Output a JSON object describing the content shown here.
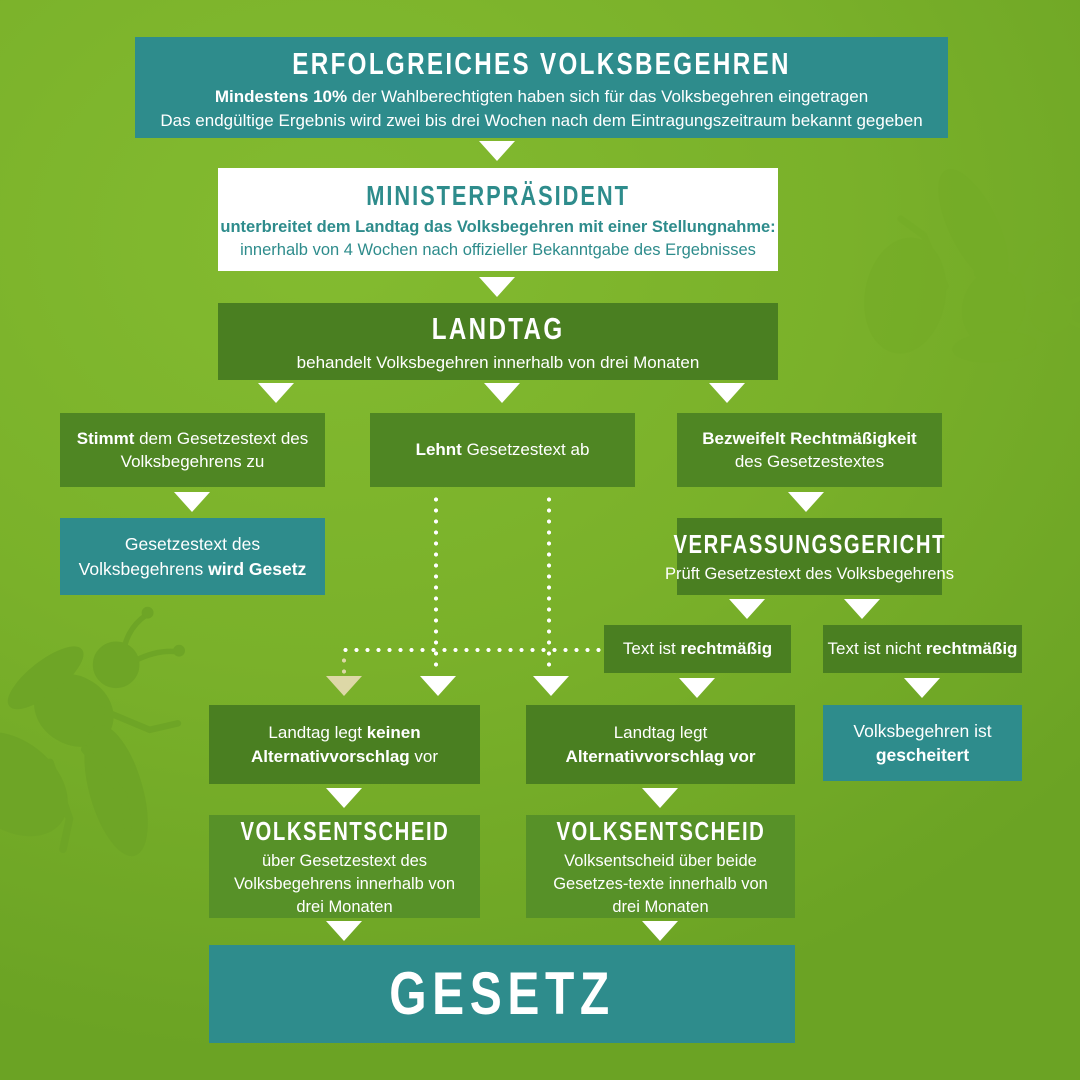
{
  "colors": {
    "background_green": "#7AB12A",
    "teal": "#2E8C8C",
    "dark_green": "#4A7F21",
    "mid_green": "#4F8623",
    "light_green_box": "#579128",
    "white": "#FFFFFF",
    "beige_arrow": "#DDD8A7"
  },
  "nodes": {
    "header": {
      "title": "ERFOLGREICHES VOLKSBEGEHREN",
      "line1_bold": "Mindestens 10%",
      "line1_rest": " der Wahlberechtigten haben sich für das Volksbegehren eingetragen",
      "line2": "Das endgültige Ergebnis wird zwei bis drei Wochen nach dem Eintragungszeitraum bekannt gegeben"
    },
    "ministerpraesident": {
      "title": "MINISTERPRÄSIDENT",
      "line1": "unterbreitet dem Landtag das Volksbegehren mit einer Stellungnahme:",
      "line2": "innerhalb von 4 Wochen nach offizieller Bekanntgabe des Ergebnisses"
    },
    "landtag": {
      "title": "LANDTAG",
      "subtitle": "behandelt Volksbegehren innerhalb von drei Monaten"
    },
    "stimmt": {
      "bold": "Stimmt",
      "post": " dem Gesetzestext des Volksbegehrens zu"
    },
    "lehnt": {
      "bold": "Lehnt",
      "post": " Gesetzestext ab"
    },
    "bezweifelt": {
      "bold": "Bezweifelt Rechtmäßigkeit",
      "post": " des Gesetzestextes"
    },
    "wird_gesetz": {
      "pre": "Gesetzestext des Volksbegehrens ",
      "bold": "wird Gesetz"
    },
    "verfassungsgericht": {
      "title": "VERFASSUNGSGERICHT",
      "subtitle": "Prüft Gesetzestext des Volksbegehrens"
    },
    "rechtmaessig": {
      "pre": "Text ist ",
      "bold": "rechtmäßig"
    },
    "nicht_rechtmaessig": {
      "pre": "Text ist nicht ",
      "bold": "rechtmäßig"
    },
    "kein_alternativ": {
      "pre": "Landtag legt ",
      "bold": "keinen Alternativvorschlag",
      "post": " vor"
    },
    "alternativ": {
      "pre": "Landtag legt ",
      "bold": "Alternativvorschlag vor",
      "post": ""
    },
    "gescheitert": {
      "pre": "Volksbegehren ist ",
      "bold": "gescheitert"
    },
    "volksentscheid_links": {
      "title": "VOLKSENTSCHEID",
      "subtitle": "über Gesetzestext des Volksbegehrens innerhalb von drei Monaten"
    },
    "volksentscheid_rechts": {
      "title": "VOLKSENTSCHEID",
      "subtitle": "Volksentscheid über beide Gesetzes-texte innerhalb von drei Monaten"
    },
    "gesetz": {
      "title": "GESETZ"
    }
  }
}
